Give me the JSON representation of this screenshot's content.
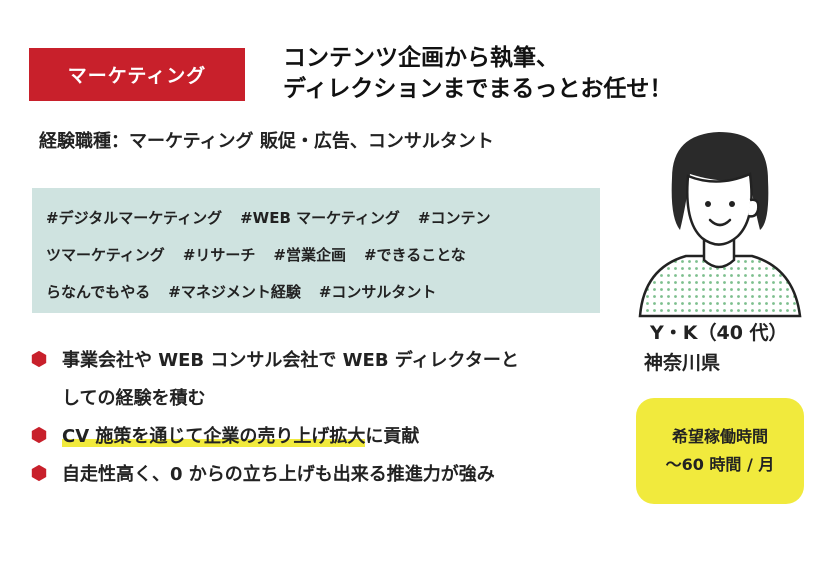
{
  "badge": {
    "label": "マーケティング"
  },
  "headline": {
    "lines": [
      "コンテンツ企画から執筆、",
      "ディレクションまでまるっとお任せ！"
    ]
  },
  "job_types": "経験職種：マーケティング 販促・広告、コンサルタント",
  "tags": {
    "lines": [
      [
        "#デジタルマーケティング",
        "#WEB マーケティング",
        "#コンテン"
      ],
      [
        "ツマーケティング",
        "#リサーチ",
        "#営業企画",
        "#できることな"
      ],
      [
        "らなんでもやる",
        "#マネジメント経験",
        "#コンサルタント"
      ]
    ]
  },
  "bullets": {
    "item1": {
      "line1": "事業会社や WEB コンサル会社で WEB ディレクターと",
      "line2": "しての経験を積む"
    },
    "item2": {
      "highlight": "CV 施策を通じて企業の売り上げ拡大",
      "rest": "に貢献"
    },
    "item3": {
      "text": "自走性高く、0 からの立ち上げも出来る推進力が強み"
    }
  },
  "person": {
    "name": "Y・K（40 代）",
    "location": "神奈川県"
  },
  "hours": {
    "label": "希望稼働時間",
    "value": "〜60 時間 / 月"
  },
  "colors": {
    "accent_red": "#c8202b",
    "highlight_yellow": "#f1ea3d",
    "tag_bg": "#cfe3e0",
    "avatar_pattern": "#7dbf8e"
  },
  "icons": {
    "bullet": "red-hexagon-bullet-icon",
    "avatar": "woman-avatar-illustration"
  }
}
